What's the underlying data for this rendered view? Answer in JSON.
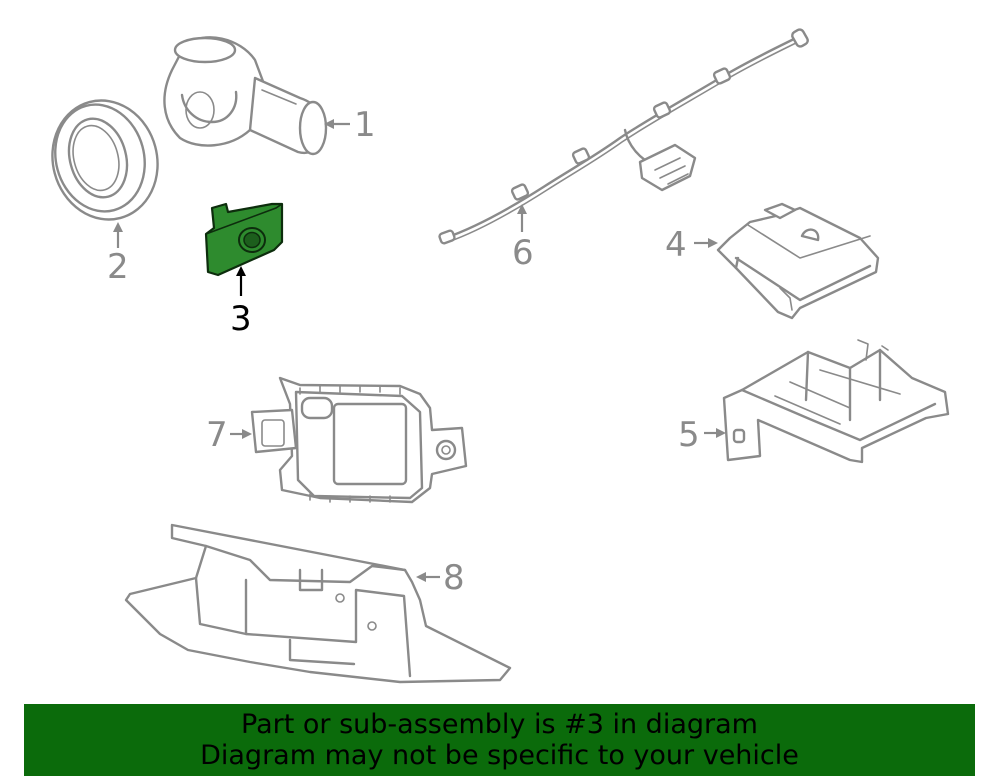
{
  "highlight_color": "#2e8b2e",
  "banner_color": "#0b6b0b",
  "callouts": [
    {
      "id": "1",
      "label": "1",
      "highlighted": false
    },
    {
      "id": "2",
      "label": "2",
      "highlighted": false
    },
    {
      "id": "3",
      "label": "3",
      "highlighted": true
    },
    {
      "id": "4",
      "label": "4",
      "highlighted": false
    },
    {
      "id": "5",
      "label": "5",
      "highlighted": false
    },
    {
      "id": "6",
      "label": "6",
      "highlighted": false
    },
    {
      "id": "7",
      "label": "7",
      "highlighted": false
    },
    {
      "id": "8",
      "label": "8",
      "highlighted": false
    }
  ],
  "banner": {
    "line1": "Part or sub-assembly is #3 in diagram",
    "line2": "Diagram may not be specific to your vehicle"
  }
}
